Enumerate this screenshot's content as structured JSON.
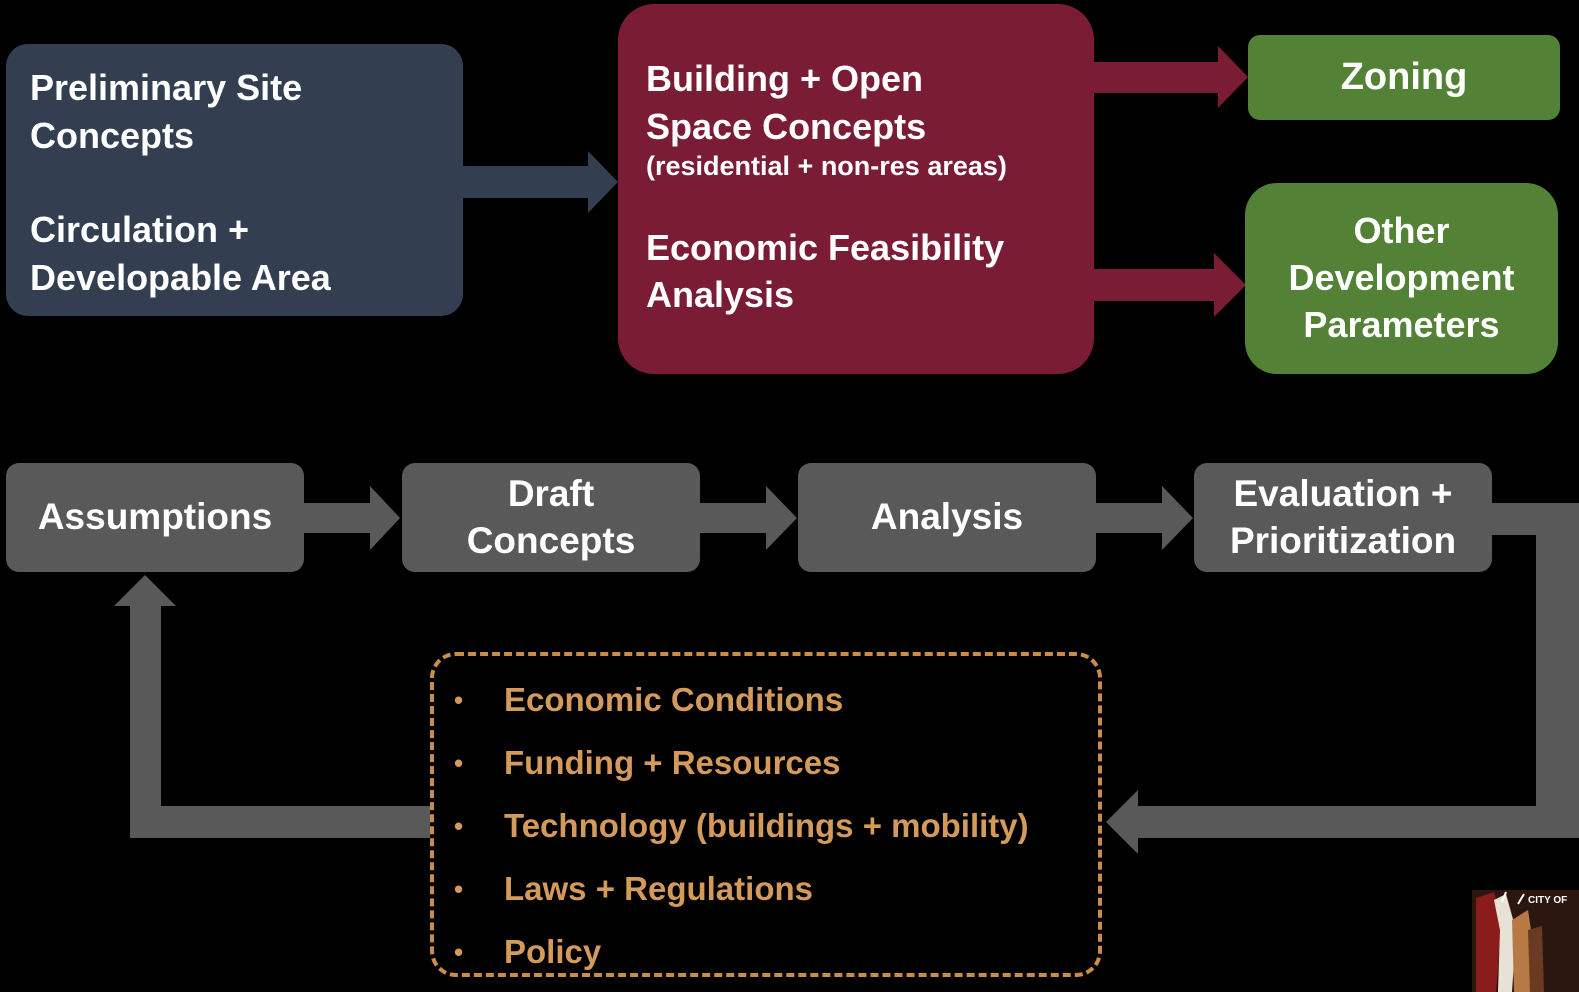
{
  "top": {
    "site_box": {
      "line1": "Preliminary Site",
      "line2": "Concepts",
      "line3": "Circulation +",
      "line4": "Developable Area"
    },
    "concept_box": {
      "line1": "Building + Open",
      "line2": "Space Concepts",
      "sub": "(residential + non-res areas)",
      "line3": "Economic Feasibility",
      "line4": "Analysis"
    },
    "zoning": "Zoning",
    "other": {
      "line1": "Other",
      "line2": "Development",
      "line3": "Parameters"
    }
  },
  "process": {
    "assumptions": "Assumptions",
    "draft": {
      "line1": "Draft",
      "line2": "Concepts"
    },
    "analysis": "Analysis",
    "evaluation": {
      "line1": "Evaluation +",
      "line2": "Prioritization"
    }
  },
  "factors": {
    "bullet": "•",
    "items": [
      "Economic Conditions",
      "Funding + Resources",
      "Technology (buildings + mobility)",
      "Laws + Regulations",
      "Policy"
    ]
  },
  "logo": {
    "text": "CITY OF"
  },
  "colors": {
    "navy": "#333f50",
    "maroon": "#7b1c35",
    "green": "#538135",
    "grey": "#595959",
    "orange": "#c98c49"
  }
}
